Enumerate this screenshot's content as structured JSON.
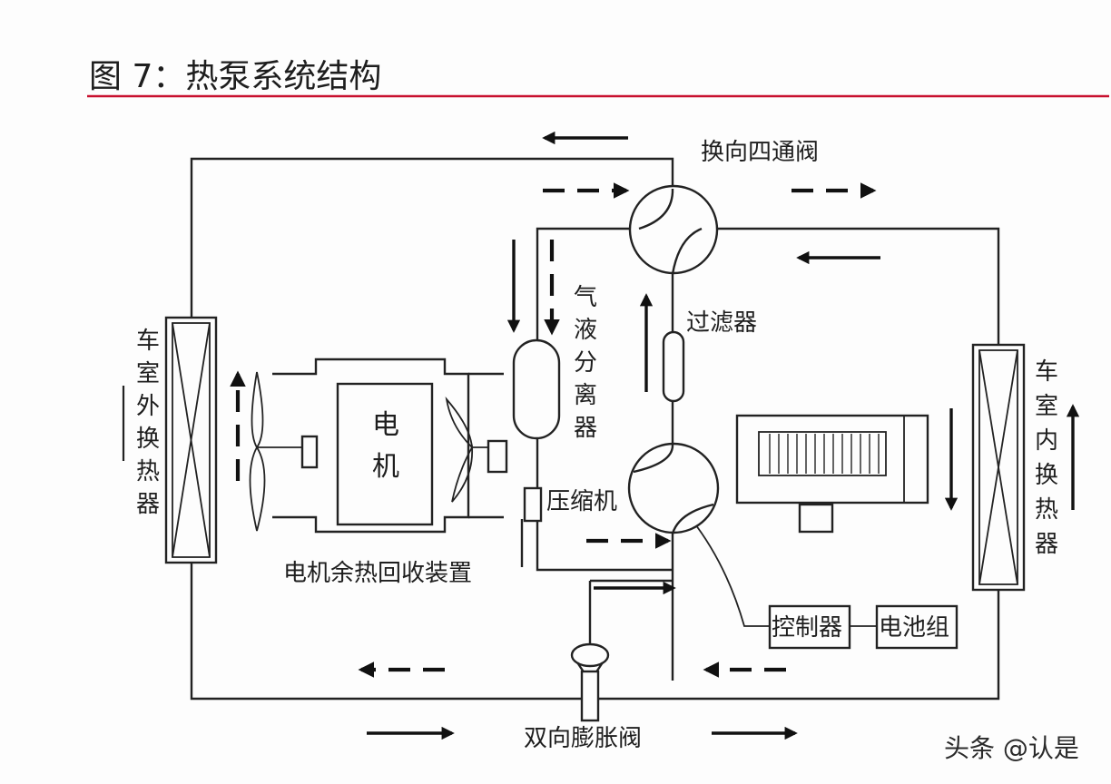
{
  "title": "图 7：热泵系统结构",
  "colors": {
    "rule": "#c8102e",
    "ink": "#222222",
    "background": "#fdfdfd"
  },
  "labels": {
    "four_way_valve": "换向四通阀",
    "filter": "过滤器",
    "gas_liquid_separator": "气液分离器",
    "compressor": "压缩机",
    "motor": "电机",
    "motor_heat_recovery": "电机余热回收装置",
    "outdoor_exchanger": "车室外换热器",
    "indoor_exchanger": "车室内换热器",
    "controller": "控制器",
    "battery_pack": "电池组",
    "expansion_valve": "双向膨胀阀"
  },
  "watermark": "头条 @认是",
  "icons": {
    "outdoor_exchanger": "crossed-rectangle-icon",
    "indoor_exchanger": "crossed-rectangle-icon",
    "fan": "propeller-fan-icon",
    "four_way_valve": "four-way-valve-icon",
    "compressor": "compressor-icon",
    "separator": "capsule-tank-icon",
    "filter": "capsule-filter-icon",
    "expansion_valve": "expansion-valve-icon",
    "indoor_unit": "vent-grille-icon"
  }
}
